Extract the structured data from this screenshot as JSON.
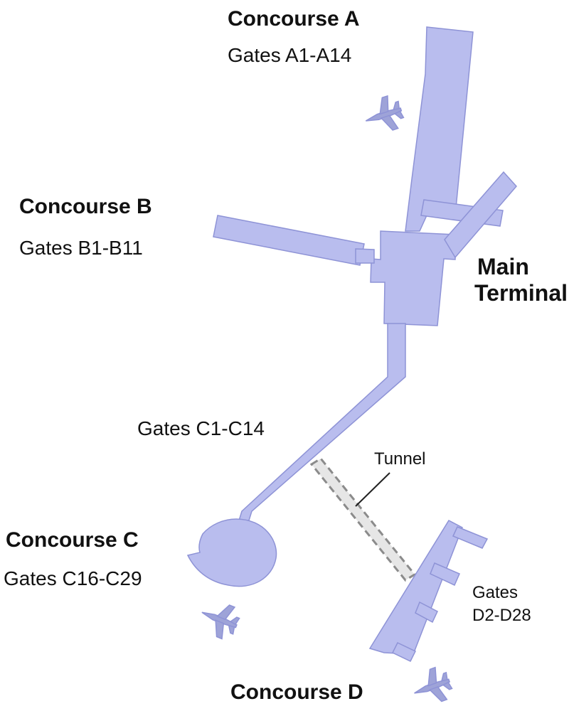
{
  "colors": {
    "building": "#B9BDEE",
    "building_stroke": "#8E93D6",
    "plane": "#9EA3D8",
    "tunnel": "#E6E6E6",
    "tunnel_stroke": "#8B8B8B",
    "text": "#111111"
  },
  "labels": {
    "concourse_a": "Concourse A",
    "gates_a": "Gates A1-A14",
    "concourse_b": "Concourse B",
    "gates_b": "Gates B1-B11",
    "main_terminal_line1": "Main",
    "main_terminal_line2": "Terminal",
    "gates_c1": "Gates C1-C14",
    "tunnel": "Tunnel",
    "concourse_c": "Concourse C",
    "gates_c2": "Gates C16-C29",
    "gates_d_line1": "Gates",
    "gates_d_line2": "D2-D28",
    "concourse_d": "Concourse D"
  },
  "icons": [
    "airplane-icon",
    "airplane-icon",
    "airplane-icon"
  ]
}
